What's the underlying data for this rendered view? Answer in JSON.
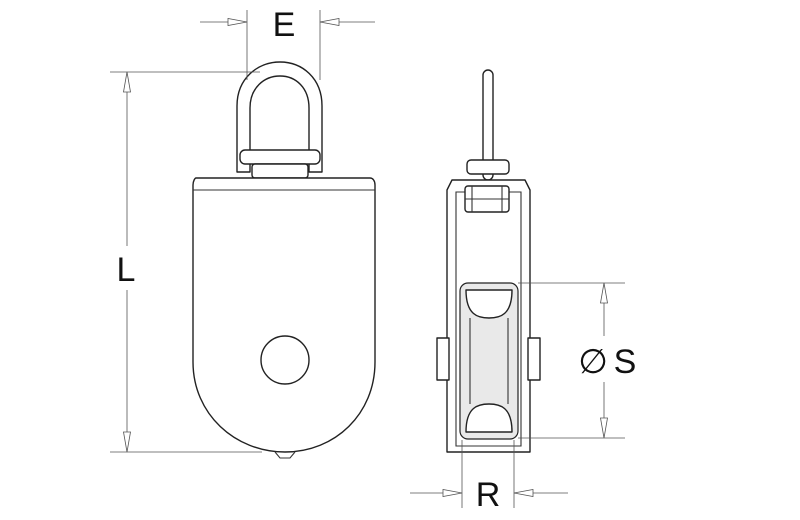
{
  "dimensions": {
    "E": "E",
    "L": "L",
    "S_symbol": "∅",
    "S": "S",
    "R": "R"
  },
  "colors": {
    "line": "#222222",
    "dimension_line": "#555555",
    "background": "#ffffff"
  }
}
